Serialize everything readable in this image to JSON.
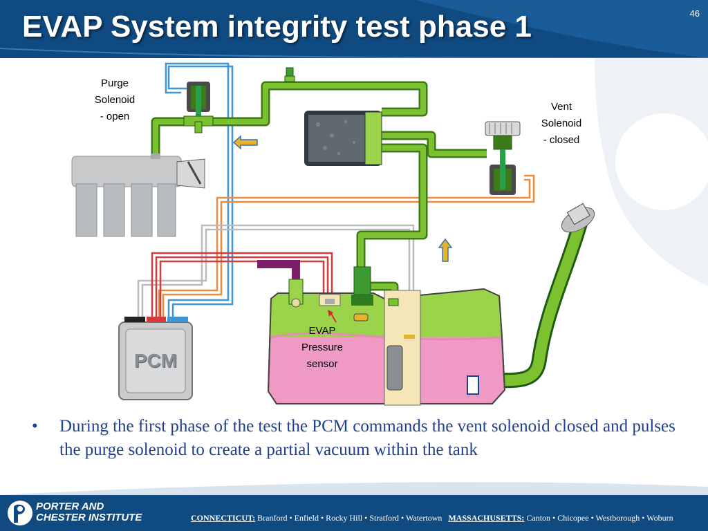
{
  "slide": {
    "title": "EVAP System integrity test phase 1",
    "page_number": "46"
  },
  "labels": {
    "purge_solenoid": [
      "Purge",
      "Solenoid",
      "- open"
    ],
    "vent_solenoid": [
      "Vent",
      "Solenoid",
      "- closed"
    ],
    "evap_pressure_sensor": [
      "EVAP",
      "Pressure",
      "sensor"
    ],
    "pcm": "PCM"
  },
  "bullet": {
    "marker": "•",
    "text": "During the first phase of the test the PCM commands the vent solenoid closed and pulses the purge solenoid to create a partial vacuum within the tank"
  },
  "footer": {
    "institute_line1": "PORTER AND",
    "institute_line2": "CHESTER INSTITUTE",
    "state1": "CONNECTICUT:",
    "state1_towns": "Branford • Enfield • Rocky Hill • Stratford • Watertown",
    "state2": "MASSACHUSETTS:",
    "state2_towns": "Canton • Chicopee • Westborough • Woburn"
  },
  "colors": {
    "header_blue": "#0f4a80",
    "hose_green": "#7cc230",
    "fuel_pink": "#ef9ac4",
    "vapor_green": "#9bd44a",
    "bullet_text": "#1f3f8f"
  }
}
